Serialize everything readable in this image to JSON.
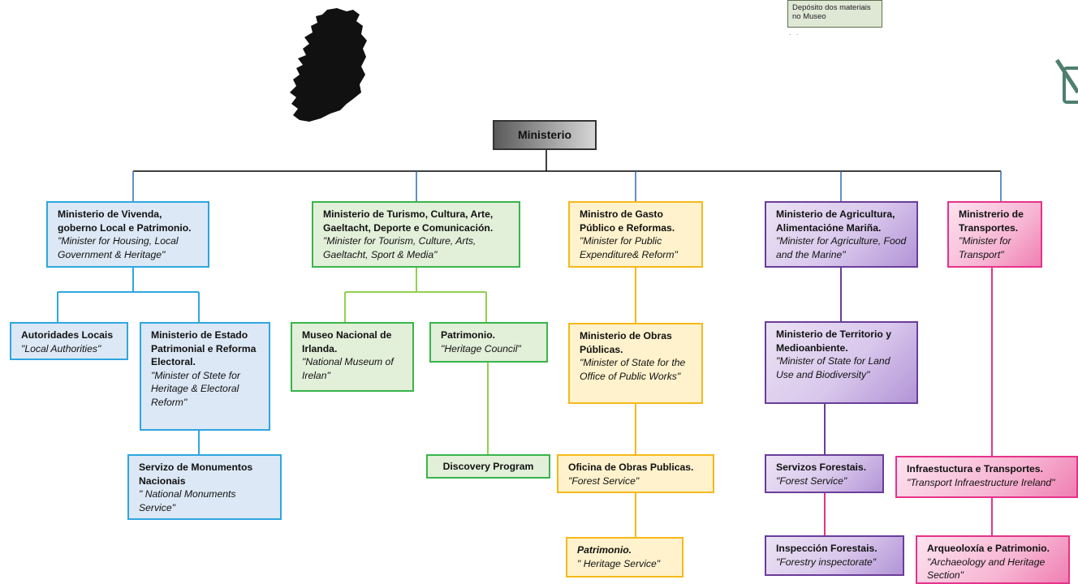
{
  "legend": {
    "text": "Depósito dos materiais no Museo",
    "note": "· ·"
  },
  "icons": {
    "map": "ireland-map-icon",
    "edit": "edit-off-icon"
  },
  "colors": {
    "root_fill": "#a0a0a0",
    "blue": "#2fa6e0",
    "green": "#39b54a",
    "yellow": "#f6b91a",
    "purple": "#6a3d9a",
    "pink": "#e6338a",
    "top_line": "#2e6ab3"
  },
  "root": {
    "label": "Ministerio"
  },
  "branches": {
    "housing": {
      "head": {
        "bold": "Ministerio de Vivenda, goberno Local e Patrimonio.",
        "italic": "\"Minister for Housing, Local Government & Heritage\""
      },
      "local_authorities": {
        "bold": "Autoridades Locais",
        "italic": "\"Local Authorities\""
      },
      "state_heritage": {
        "bold": "Ministerio de Estado Patrimonial e Reforma Electoral.",
        "italic": "\"Minister of Stete for Heritage & Electoral Reform\""
      },
      "monuments": {
        "bold": "Servizo de Monumentos Nacionais",
        "italic": "\" National Monuments Service\""
      }
    },
    "tourism": {
      "head": {
        "bold": "Ministerio de Turismo, Cultura, Arte, Gaeltacht, Deporte e Comunicación.",
        "italic": "\"Minister for Tourism, Culture, Arts, Gaeltacht, Sport & Media\""
      },
      "museum": {
        "bold": "Museo Nacional de Irlanda.",
        "italic": "\"National Museum of Irelan\""
      },
      "heritage_council": {
        "bold": "Patrimonio.",
        "italic": "\"Heritage Council\""
      },
      "discovery": {
        "bold": "Discovery Program"
      }
    },
    "expenditure": {
      "head": {
        "bold": "Ministro de Gasto Público e Reformas.",
        "italic": "\"Minister for Public Expenditure& Reform\""
      },
      "public_works": {
        "bold": "Ministerio de Obras Públicas.",
        "italic": "\"Minister of State for the Office of Public Works\""
      },
      "opw": {
        "bold": "Oficina de Obras Publicas.",
        "italic": "\"Forest Service\""
      },
      "heritage_service": {
        "bold": "Patrimonio.",
        "italic": "\" Heritage Service\""
      }
    },
    "agriculture": {
      "head": {
        "bold": "Ministerio de Agricultura, Alimentacióne Mariña.",
        "italic": "\"Minister for Agriculture, Food and the Marine\""
      },
      "land_use": {
        "bold": "Ministerio de Territorio y Medioanbiente.",
        "italic": "\"Minister of State for Land Use and Biodiversity\""
      },
      "forest_service": {
        "bold": "Servizos Forestais.",
        "italic": "\"Forest Service\""
      },
      "forestry_inspect": {
        "bold": "Inspección Forestais.",
        "italic": "\"Forestry inspectorate\""
      }
    },
    "transport": {
      "head": {
        "bold": "Ministrerio de Transportes.",
        "italic": "\"Minister for Transport\""
      },
      "tii": {
        "bold": "Infraestuctura e Transportes.",
        "italic": "\"Transport Infraestructure Ireland\""
      },
      "archaeology": {
        "bold": "Arqueoloxía e Patrimonio.",
        "italic": "\"Archaeology and Heritage Section\""
      }
    }
  }
}
